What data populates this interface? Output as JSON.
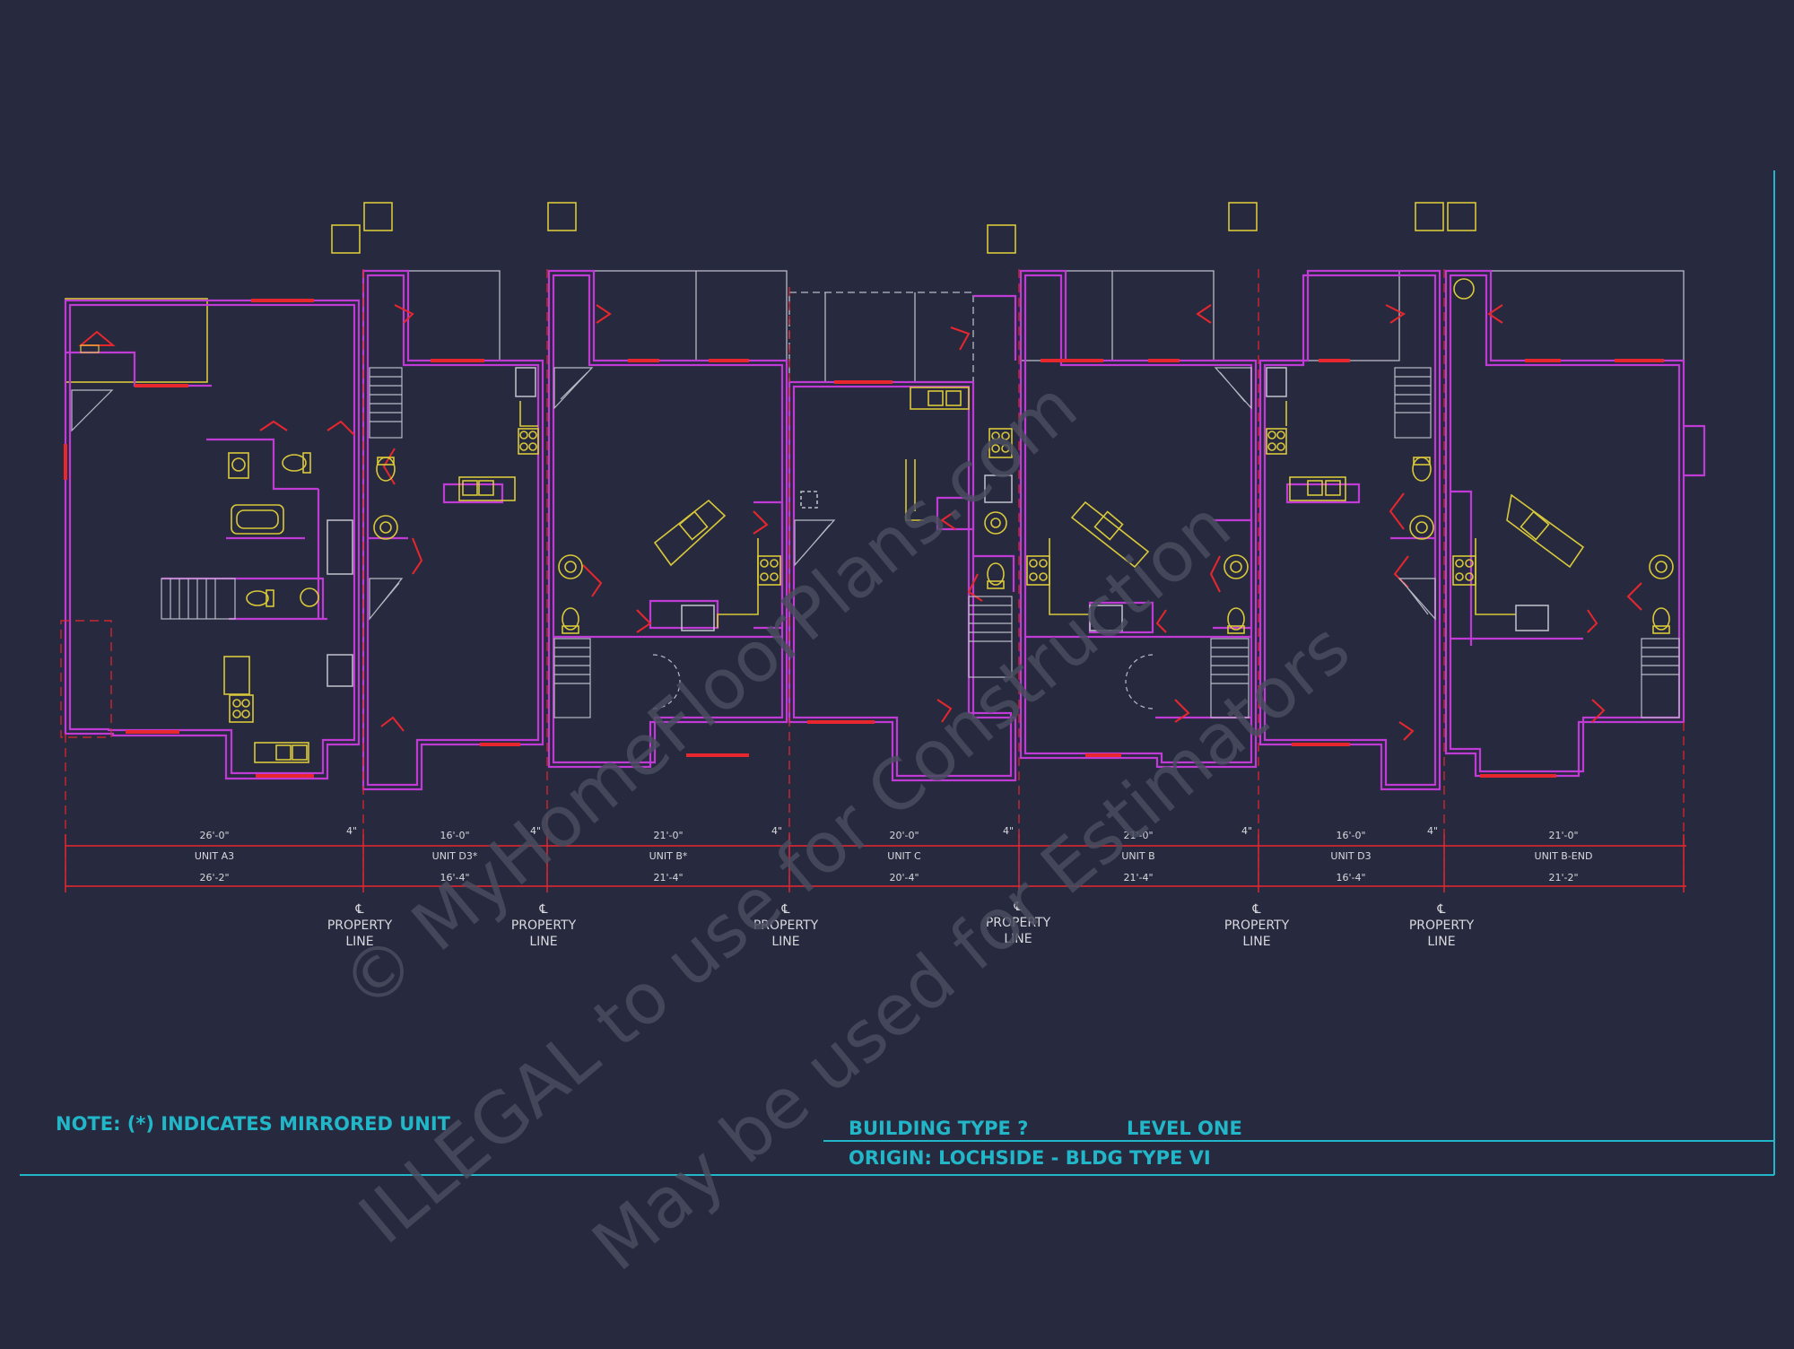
{
  "colors": {
    "background": "#272a3e",
    "wall": "#c03bd6",
    "opening": "#e8262e",
    "fixture": "#d9c83a",
    "thin_line": "#b9b9c6",
    "annotation": "#22b6c9",
    "dimension_text": "#d8d8de",
    "watermark": "#4a4d60"
  },
  "units": [
    {
      "name": "UNIT A3",
      "width_top": "26'-0\"",
      "width_bottom": "26'-2\""
    },
    {
      "name": "UNIT D3*",
      "width_top": "16'-0\"",
      "width_bottom": "16'-4\""
    },
    {
      "name": "UNIT B*",
      "width_top": "21'-0\"",
      "width_bottom": "21'-4\""
    },
    {
      "name": "UNIT C",
      "width_top": "20'-0\"",
      "width_bottom": "20'-4\""
    },
    {
      "name": "UNIT B",
      "width_top": "21'-0\"",
      "width_bottom": "21'-4\""
    },
    {
      "name": "UNIT D3",
      "width_top": "16'-0\"",
      "width_bottom": "16'-4\""
    },
    {
      "name": "UNIT B-END",
      "width_top": "21'-0\"",
      "width_bottom": "21'-2\""
    }
  ],
  "separation_dim": "4\"",
  "centerline_symbol": "℄",
  "property_line_label": [
    "PROPERTY",
    "LINE"
  ],
  "note": "NOTE:  (*)  INDICATES MIRRORED UNIT",
  "title_block": {
    "building_type": "BUILDING TYPE ?",
    "level": "LEVEL ONE",
    "origin": "ORIGIN: LOCHSIDE - BLDG TYPE VI"
  },
  "watermark": {
    "line1": "© MyHomeFloorPlans.com",
    "line2": "ILLEGAL to use for Construction",
    "line3": "May be used for Estimators"
  }
}
